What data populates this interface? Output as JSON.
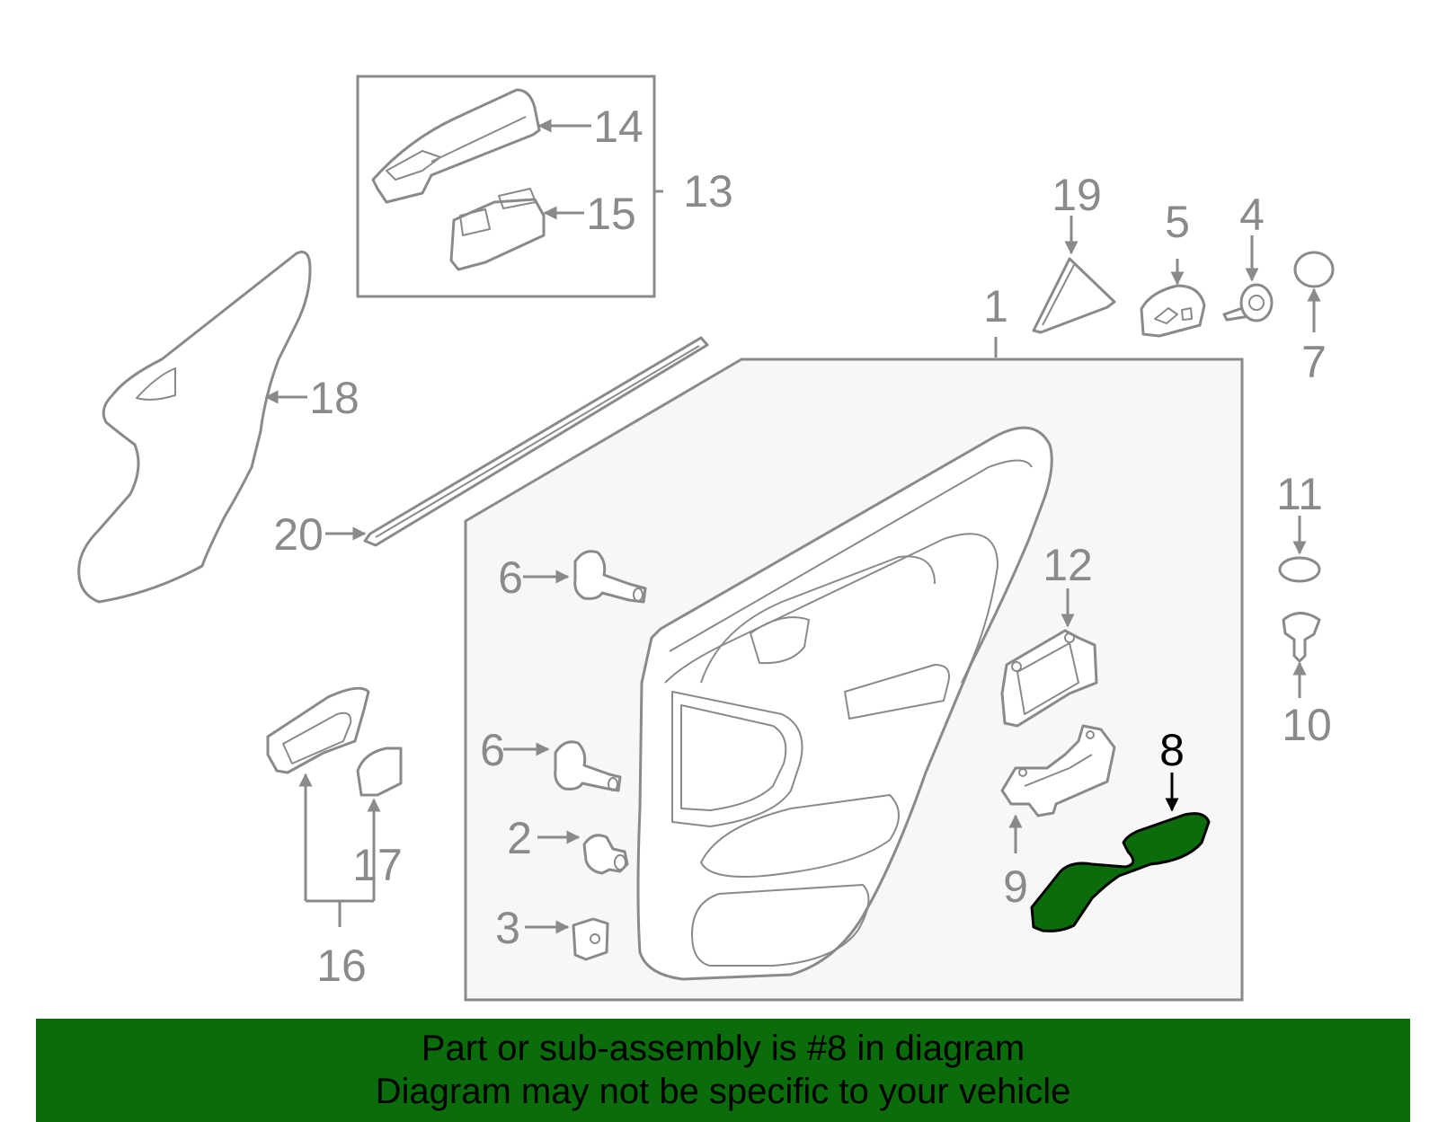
{
  "diagram": {
    "highlighted_part": "8",
    "highlight_color": "#0b6c0b",
    "line_color": "#8a8a8a",
    "callouts": {
      "c1": "1",
      "c2": "2",
      "c3": "3",
      "c4": "4",
      "c5": "5",
      "c6a": "6",
      "c6b": "6",
      "c7": "7",
      "c8": "8",
      "c9": "9",
      "c10": "10",
      "c11": "11",
      "c12": "12",
      "c13": "13",
      "c14": "14",
      "c15": "15",
      "c16": "16",
      "c17": "17",
      "c18": "18",
      "c19": "19",
      "c20": "20"
    }
  },
  "banner": {
    "line1": "Part or sub-assembly is #8 in diagram",
    "line2": "Diagram may not be specific to your vehicle",
    "background": "#0b6c0b"
  }
}
